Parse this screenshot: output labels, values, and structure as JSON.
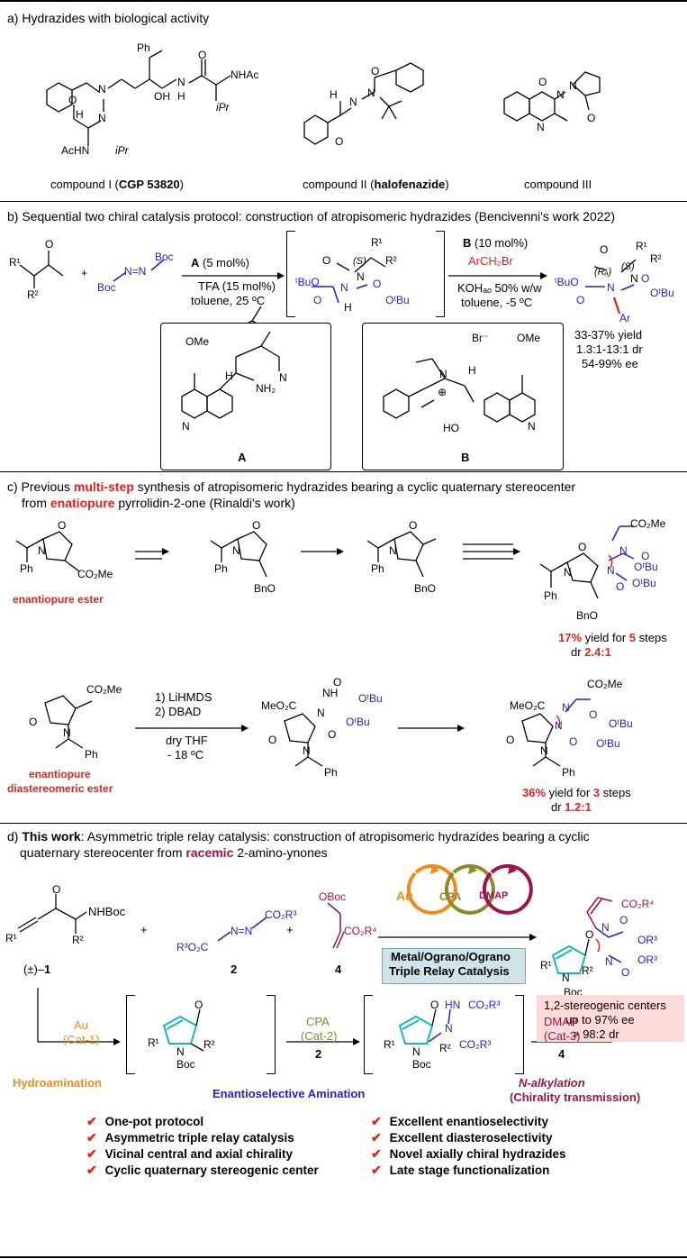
{
  "section_a": {
    "title": "a) Hydrazides with biological activity",
    "compound1_prefix": "compound I (",
    "compound1_name": "CGP 53820",
    "compound1_suffix": ")",
    "compound2_prefix": "compound II (",
    "compound2_name": "halofenazide",
    "compound2_suffix": ")",
    "compound3": "compound III",
    "atom_labels": [
      "Ph",
      "NHAc",
      "N",
      "N",
      "H",
      "OH",
      "H",
      "N",
      "O",
      "O",
      "iPr",
      "AcHN",
      "iPr",
      "H",
      "N",
      "N",
      "O",
      "O",
      "O",
      "N",
      "N",
      "N",
      "O"
    ]
  },
  "section_b": {
    "title": "b) Sequential two chiral catalysis protocol: construction of atropisomeric hydrazides (Bencivenni's work 2022)",
    "step1_catalyst": "A",
    "step1_catalyst_load": " (5 mol%)",
    "step1_additive": "TFA (15 mol%)",
    "step1_conditions": "toluene, 25 ºC",
    "step2_catalyst": "B",
    "step2_catalyst_load": " (10 mol%)",
    "step2_reagent": "ArCH₂Br",
    "step2_base": "KOHₐₒ 50% w/w",
    "step2_conditions": "toluene, -5 ºC",
    "result_yield": "33-37% yield",
    "result_dr": "1.3:1-13:1 dr",
    "result_ee": "54-99% ee",
    "catalyst_A_label": "A",
    "catalyst_B_label": "B",
    "reagent_labels": [
      "R¹",
      "R²",
      "O",
      "Boc",
      "N=N",
      "Boc",
      "+"
    ],
    "intermediate_labels": [
      "O",
      "R¹",
      "R²",
      "(S)",
      "ᵗBuO",
      "N",
      "N",
      "H",
      "O",
      "O",
      "OᵗBu"
    ],
    "product_labels": [
      "O",
      "R¹",
      "R²",
      "(S)",
      "(Rₐ)",
      "ᵗBuO",
      "N",
      "N",
      "O",
      "O",
      "OᵗBu",
      "Ar"
    ],
    "catA_atom_labels": [
      "OMe",
      "H",
      "N",
      "NH₂",
      "N"
    ],
    "catB_atom_labels": [
      "Br⁻",
      "OMe",
      "H",
      "N",
      "⊕",
      "HO",
      "N"
    ]
  },
  "section_c": {
    "title_line1_prefix": "c)  Previous ",
    "title_line1_emph": "multi-step",
    "title_line1_suffix": " synthesis of atropisomeric hydrazides bearing a cyclic quaternary stereocenter",
    "title_line2_prefix": "from ",
    "title_line2_emph": "enatiopure",
    "title_line2_suffix": " pyrrolidin-2-one (Rinaldi's work)",
    "start1_label": "enantiopure ester",
    "route1_yield_pct": "17%",
    "route1_yield_text": " yield for ",
    "route1_steps": "5",
    "route1_steps_text": " steps",
    "route1_dr_prefix": "dr ",
    "route1_dr": "2.4:1",
    "route2_reagent1": "1) LiHMDS",
    "route2_reagent2": "2) DBAD",
    "route2_solvent": "dry THF",
    "route2_temp": "- 18 ºC",
    "start2_label_line1": "enantiopure",
    "start2_label_line2": "diastereomeric ester",
    "route2_yield_pct": "36%",
    "route2_yield_text": " yield for ",
    "route2_steps": "3",
    "route2_steps_text": " steps",
    "route2_dr_prefix": "dr ",
    "route2_dr": "1.2:1",
    "route1_atom_labels": [
      "O",
      "N",
      "Ph",
      "CO₂Me",
      "O",
      "N",
      "Ph",
      "BnO",
      "O",
      "N",
      "Ph",
      "BnO",
      "CO₂Me",
      "O",
      "N",
      "O",
      "N",
      "N",
      "Ph",
      "O",
      "OᵗBu",
      "OᵗBu",
      "BnO"
    ],
    "route2_atom_labels": [
      "CO₂Me",
      "O",
      "N",
      "Ph",
      "MeO₂C",
      "NH",
      "N",
      "O",
      "O",
      "OᵗBu",
      "OᵗBu",
      "O",
      "N",
      "Ph",
      "CO₂Me",
      "MeO₂C",
      "N",
      "N",
      "O",
      "O",
      "OᵗBu",
      "OᵗBu",
      "O",
      "N",
      "Ph"
    ]
  },
  "section_d": {
    "title_line1_prefix": "d) ",
    "title_line1_emph": "This work",
    "title_line1_suffix": ": Asymmetric triple relay catalysis: construction of atropisomeric hydrazides bearing a cyclic",
    "title_line2_prefix": "quaternary stereocenter from ",
    "title_line2_emph": "racemic",
    "title_line2_suffix": " 2-amino-ynones",
    "cat_au": "Au",
    "cat_cpa": "CPA",
    "cat_dmap": "DMAP",
    "box_line1": "Metal/Ograno/Ograno",
    "box_line2": "Triple Relay Catalysis",
    "sm1_label": "(±)–",
    "sm1_num": "1",
    "sm2_num": "2",
    "sm4_num": "4",
    "result_line1": "1,2-stereogenic centers",
    "result_line2": "up to 97% ee",
    "result_line3": "> 98:2 dr",
    "step1_cat": "Au",
    "step1_cat_id": "(Cat-1)",
    "step1_name": "Hydroamination",
    "step2_cat": "CPA",
    "step2_cat_id": "(Cat-2)",
    "step2_reagent": "2",
    "step2_name": "Enantioselective Amination",
    "step3_cat": "DMAP",
    "step3_cat_id": "(Cat-3)",
    "step3_reagent": "4",
    "step3_name_line1": "N-alkylation",
    "step3_name_line2": "(Chirality transmission)",
    "sm_labels": [
      "O",
      "NHBoc",
      "R¹",
      "R²",
      "+",
      "N=N",
      "CO₂R³",
      "R³O₂C",
      "+",
      "OBoc",
      "CO₂R⁴"
    ],
    "product_labels": [
      "CO₂R⁴",
      "N",
      "O",
      "OR³",
      "O",
      "R¹",
      "N",
      "R²",
      "N",
      "OR³",
      "O",
      "Boc"
    ],
    "int1_labels": [
      "O",
      "R¹",
      "N",
      "R²",
      "Boc"
    ],
    "int2_labels": [
      "O",
      "HN",
      "CO₂R³",
      "N",
      "CO₂R³",
      "R¹",
      "N",
      "R²",
      "Boc"
    ],
    "features_left": [
      "One-pot protocol",
      "Asymmetric triple relay catalysis",
      "Vicinal central and axial chirality",
      "Cyclic quaternary stereogenic center"
    ],
    "features_right": [
      "Excellent enantioselectivity",
      "Excellent diasteroselectivity",
      "Novel axially chiral hydrazides",
      "Late stage functionalization"
    ]
  },
  "colors": {
    "red": "#e8201c",
    "blue": "#1f1fd6",
    "teal": "#19b6b6",
    "olive": "#8a8a2a",
    "maroon": "#a0124e",
    "orange": "#f28a16",
    "box_teal": "#cfe3e8",
    "box_pink": "#fbdada"
  }
}
